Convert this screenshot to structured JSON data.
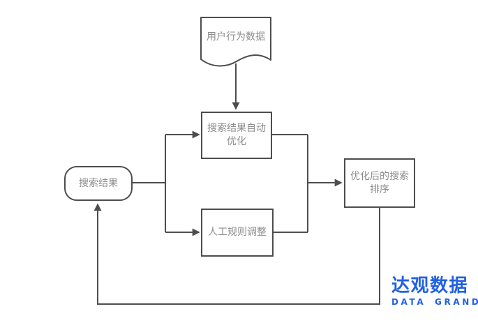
{
  "diagram": {
    "title": "search-ranking-optimization-flowchart",
    "user_data_doc": {
      "label": "用户行为数据"
    },
    "auto_optimize_box": {
      "line1": "搜索结果自动",
      "line2": "优化"
    },
    "manual_rules_box": {
      "label": "人工规则调整"
    },
    "search_result_node": {
      "label": "搜索结果"
    },
    "optimized_ranking_box": {
      "line1": "优化后的搜索",
      "line2": "排序"
    },
    "edges": [
      "用户行为数据 -> 搜索结果自动优化",
      "搜索结果 -> 搜索结果自动优化",
      "搜索结果 -> 人工规则调整",
      "搜索结果自动优化 -> 优化后的搜索排序",
      "人工规则调整 -> 优化后的搜索排序",
      "优化后的搜索排序 -> 搜索结果"
    ]
  },
  "logo": {
    "name_cn": "达观数据",
    "name_en": "DATA GRAND"
  },
  "colors": {
    "line": "#4d4d4d",
    "node_text": "#8c8c8c",
    "logo_blue": "#2161e2"
  }
}
